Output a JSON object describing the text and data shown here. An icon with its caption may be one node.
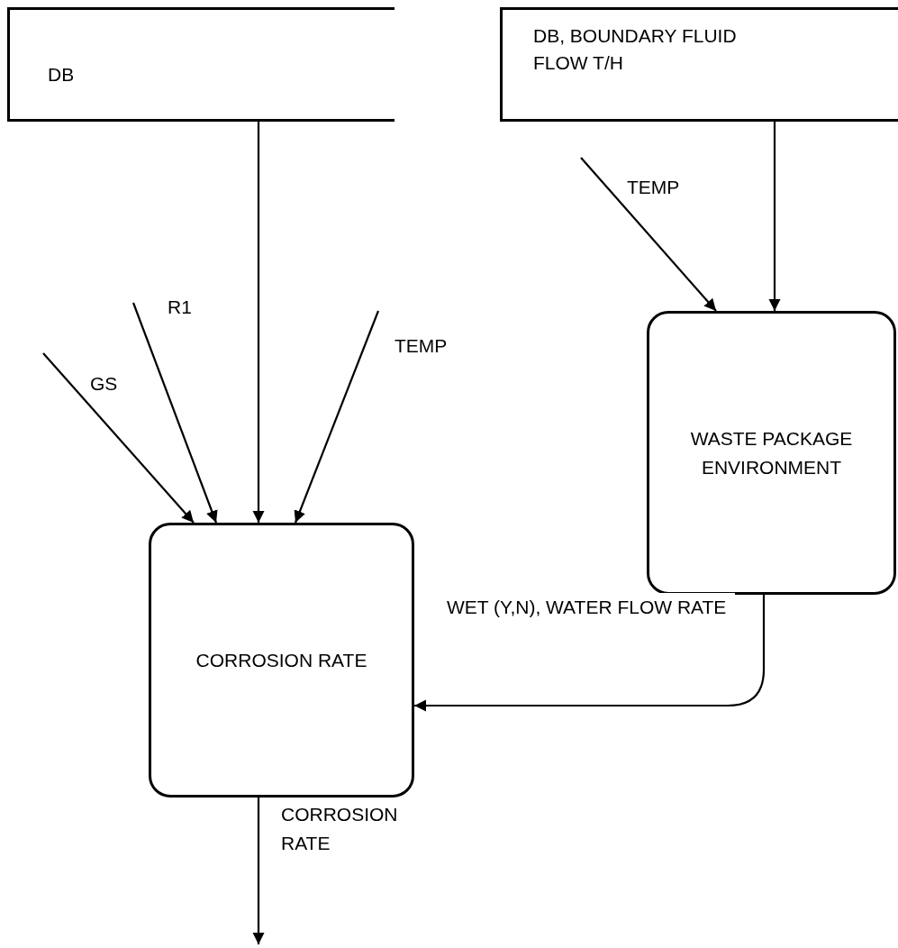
{
  "diagram": {
    "nodes": [
      {
        "text": [
          "DB"
        ]
      },
      {
        "text": [
          "DB, BOUNDARY FLUID FLOW T/H"
        ]
      },
      {
        "text": [
          "WASTE PACKAGE ENVIRONMENT"
        ]
      },
      {
        "text": [
          "CORROSION RATE"
        ]
      }
    ],
    "edges": [
      {
        "from": 0,
        "to": 3,
        "arrow": "to"
      },
      {
        "from": null,
        "to": 3,
        "arrow": "to",
        "label": "GS"
      },
      {
        "from": null,
        "to": 3,
        "arrow": "to",
        "label": "R1"
      },
      {
        "from": null,
        "to": 3,
        "arrow": "to",
        "label": "TEMP"
      },
      {
        "from": 1,
        "to": 2,
        "arrow": "to"
      },
      {
        "from": null,
        "to": 2,
        "arrow": "to",
        "label": "TEMP"
      },
      {
        "from": 2,
        "to": 3,
        "arrow": "to",
        "label": "WET (Y,N), WATER FLOW RATE"
      },
      {
        "from": 3,
        "to": null,
        "arrow": "to",
        "label": "CORROSION RATE"
      }
    ]
  }
}
